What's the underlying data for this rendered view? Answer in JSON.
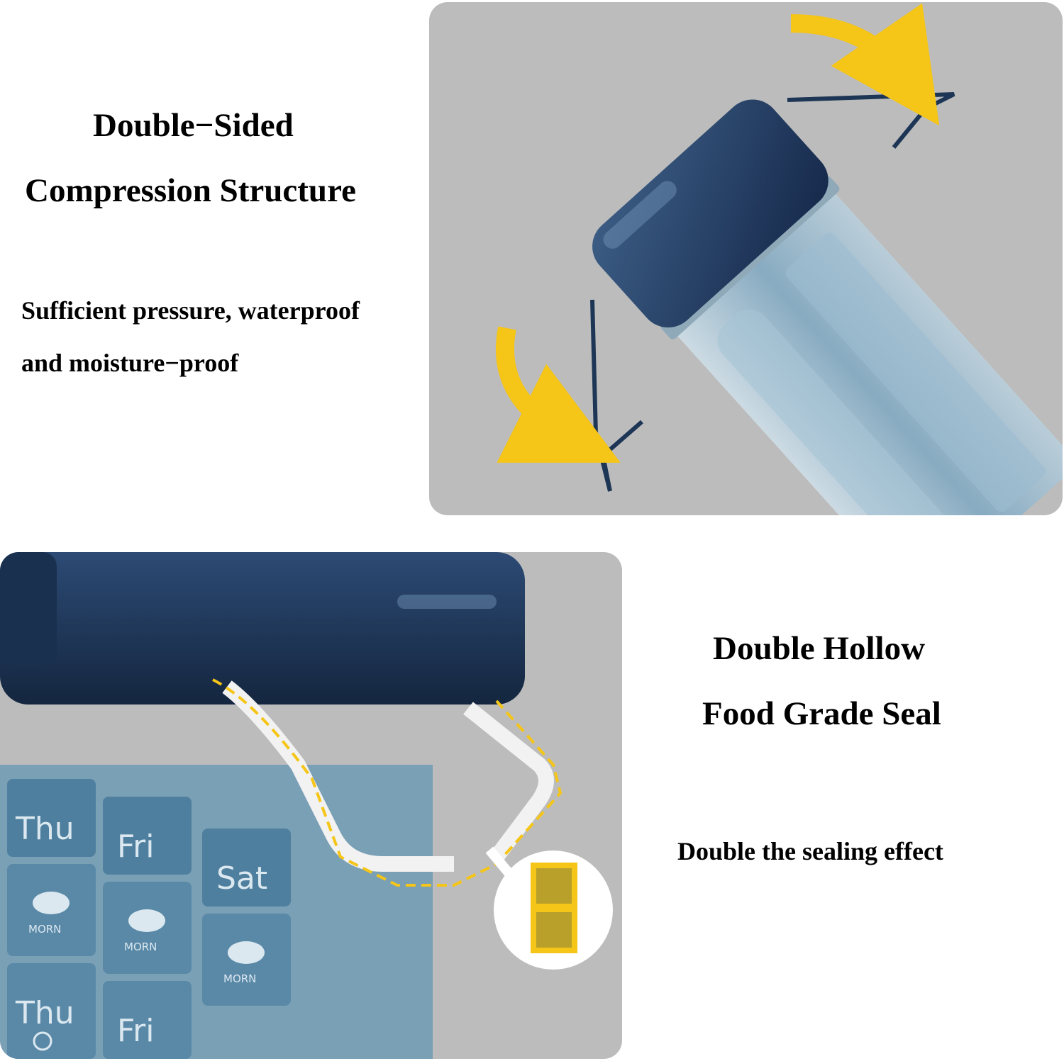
{
  "section_top": {
    "heading_line1": "Double−Sided",
    "heading_line2": "Compression Structure",
    "desc_line1": "Sufficient pressure, waterproof",
    "desc_line2": "and moisture−proof"
  },
  "section_bottom": {
    "heading_line1": "Double Hollow",
    "heading_line2": "Food Grade Seal",
    "desc": "Double the sealing effect"
  },
  "lid_labels": {
    "day1": "Thu",
    "day2": "Fri",
    "day3": "Sat",
    "period": "MORN"
  },
  "colors": {
    "background": "#ffffff",
    "panel_gray": "#bcbcbc",
    "lid_navy": "#1e3656",
    "arrow_yellow": "#f5c518",
    "container_blue": "#6f9bb5",
    "seal_gold": "#b8a02a"
  },
  "icons": [
    "curved-arrow-icon",
    "cloud-icon",
    "sun-icon",
    "seal-cross-section-icon"
  ]
}
